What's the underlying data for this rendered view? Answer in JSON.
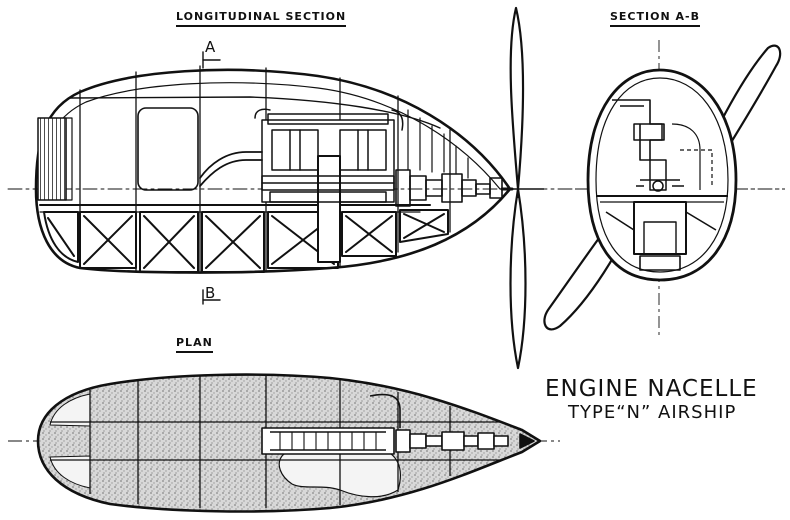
{
  "labels": {
    "longitudinal_section": "LONGITUDINAL SECTION",
    "section_ab": "SECTION A-B",
    "plan": "PLAN",
    "marker_a": "A",
    "marker_b": "B",
    "title_line1": "ENGINE NACELLE",
    "title_line2": "TYPE“N” AIRSHIP"
  },
  "colors": {
    "ink": "#111111",
    "paper": "#ffffff",
    "stipple": "#bdbdbd"
  }
}
